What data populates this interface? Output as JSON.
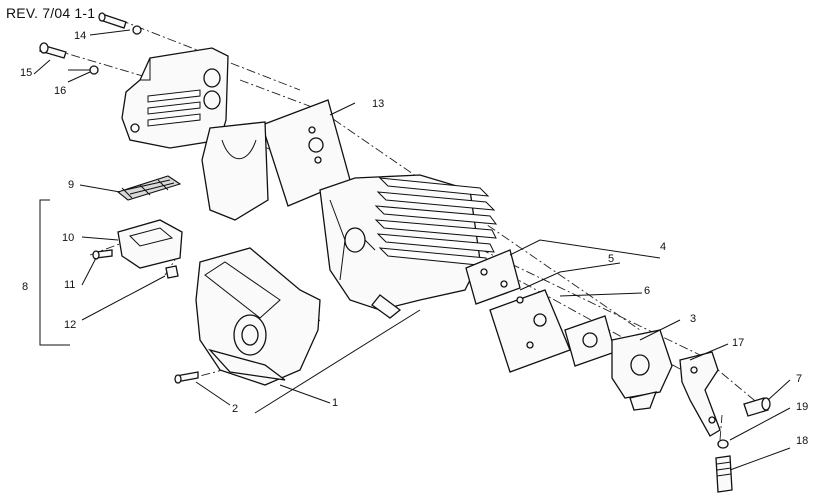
{
  "header": {
    "revision": "REV. 7/04 1-1"
  },
  "callouts": {
    "c1": "1",
    "c2": "2",
    "c3": "3",
    "c4": "4",
    "c5": "5",
    "c6": "6",
    "c7": "7",
    "c8": "8",
    "c9": "9",
    "c10": "10",
    "c11": "11",
    "c12": "12",
    "c13": "13",
    "c14": "14",
    "c15": "15",
    "c16": "16",
    "c17": "17",
    "c18": "18",
    "c19": "19"
  }
}
